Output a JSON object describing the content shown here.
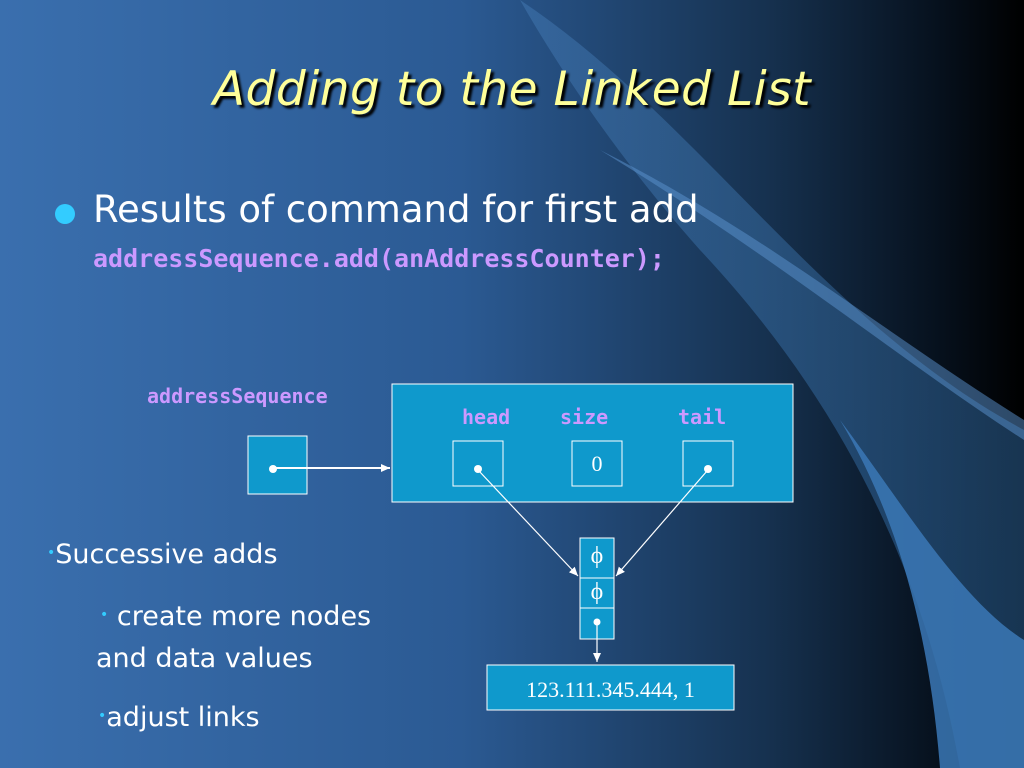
{
  "slide": {
    "title": "Adding to the Linked List",
    "bullet": "Results of command for first add",
    "code": "addressSequence.add(anAddressCounter);",
    "sub_bullets": [
      {
        "text": "Successive adds"
      },
      {
        "text": "create more nodes"
      },
      {
        "text": "and data values"
      },
      {
        "text": "adjust links"
      }
    ]
  },
  "diagram": {
    "reference_label": "addressSequence",
    "list_fields": [
      "head",
      "size",
      "tail"
    ],
    "size_value": "0",
    "node_links": [
      "ϕ",
      "ϕ"
    ],
    "data_value": "123.111.345.444, 1"
  },
  "colors": {
    "title": "#ffff99",
    "code": "#cc99ff",
    "box_fill": "#0f99cc",
    "bullet": "#33ccff"
  }
}
